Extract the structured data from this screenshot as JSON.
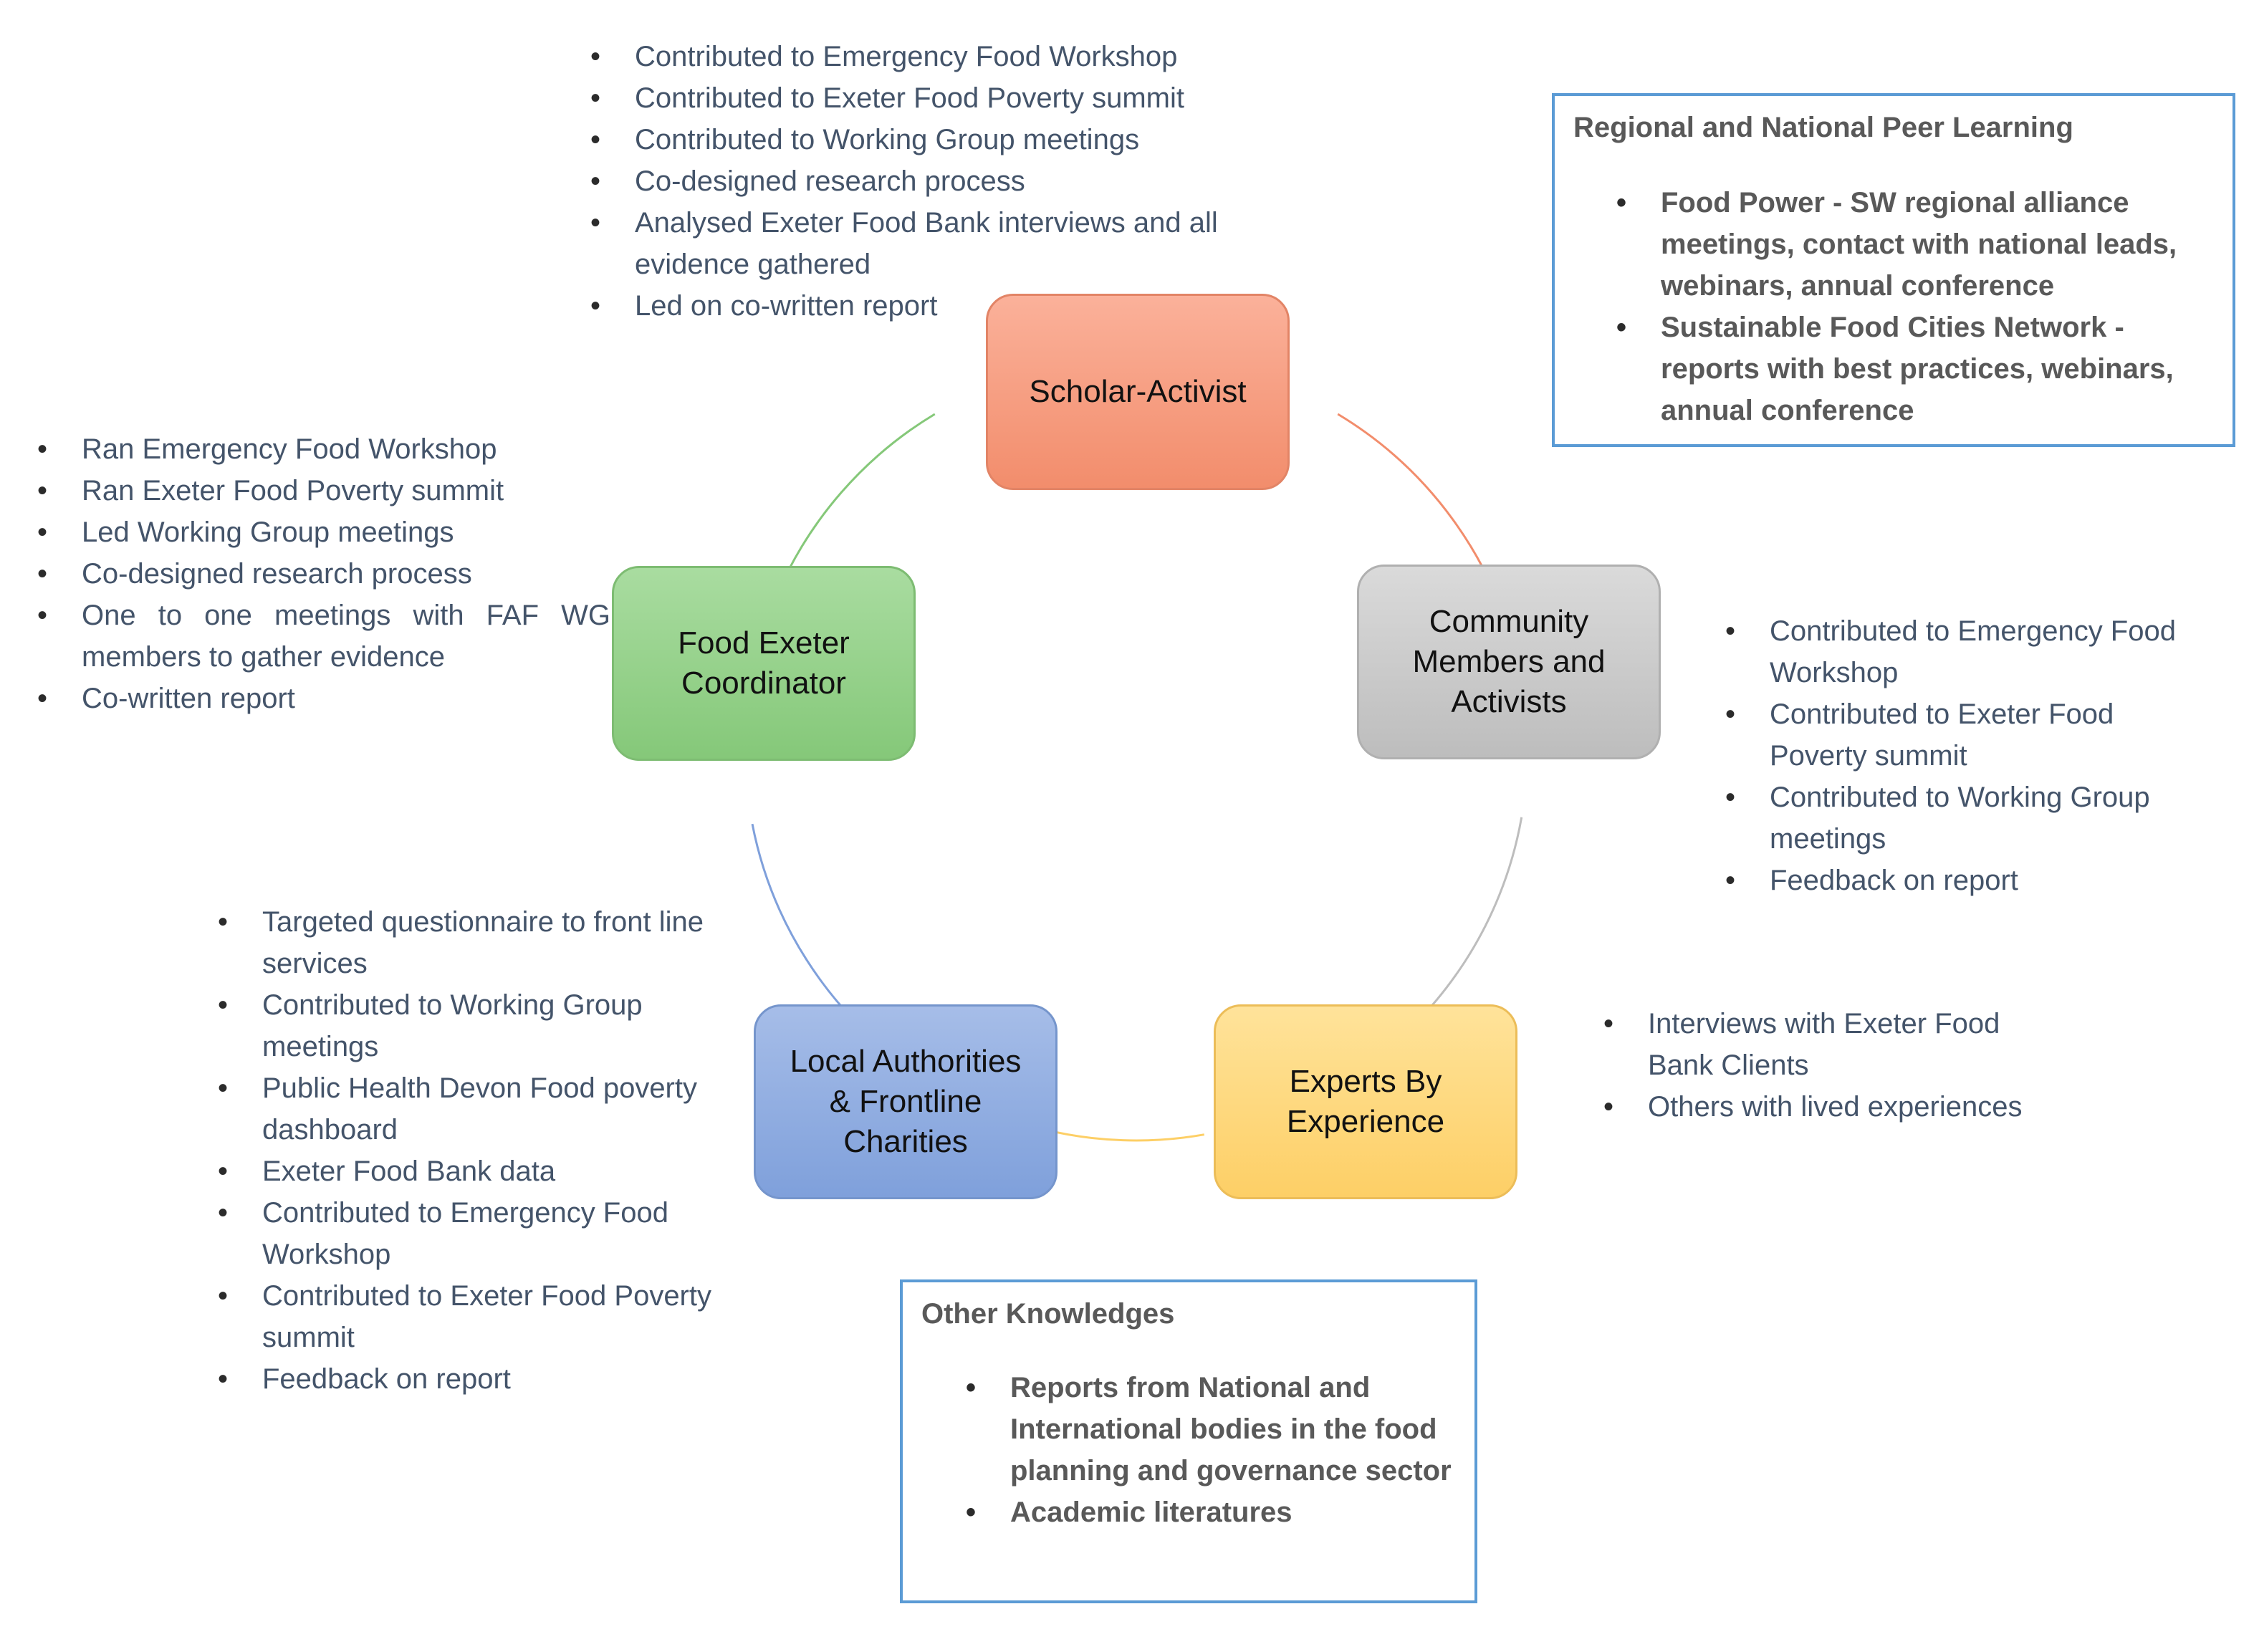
{
  "colors": {
    "scholar_activist": "#f28d6c",
    "food_exeter_coordinator": "#85c879",
    "community_members": "#bdbdbd",
    "local_authorities": "#7fa0db",
    "experts_by_experience": "#fdcf66",
    "box_border": "#5b9bd5",
    "bullet_text": "#44546a",
    "box_text": "#595959"
  },
  "nodes": {
    "scholar_activist": {
      "label": "Scholar-Activist",
      "items": [
        "Contributed to Emergency Food Workshop",
        "Contributed to Exeter Food Poverty summit",
        "Contributed to Working Group meetings",
        "Co-designed research process",
        "Analysed Exeter Food Bank interviews and all evidence gathered",
        "Led on co-written report"
      ]
    },
    "food_exeter_coordinator": {
      "label": "Food Exeter\nCoordinator",
      "items": [
        "Ran Emergency Food Workshop",
        "Ran Exeter Food Poverty summit",
        "Led Working Group meetings",
        "Co-designed research process",
        "One to one meetings with FAF WG members to gather evidence",
        "Co-written report"
      ]
    },
    "community_members": {
      "label": "Community\nMembers and\nActivists",
      "items": [
        "Contributed to Emergency Food Workshop",
        "Contributed to Exeter Food Poverty summit",
        "Contributed to Working Group meetings",
        "Feedback on report"
      ]
    },
    "local_authorities": {
      "label": "Local Authorities\n& Frontline\nCharities",
      "items": [
        "Targeted questionnaire to front line services",
        "Contributed to Working Group meetings",
        "Public Health Devon Food poverty dashboard",
        "Exeter Food Bank data",
        "Contributed to Emergency Food Workshop",
        "Contributed to Exeter Food Poverty summit",
        "Feedback on report"
      ]
    },
    "experts_by_experience": {
      "label": "Experts By\nExperience",
      "items": [
        "Interviews with Exeter Food Bank Clients",
        "Others with lived experiences"
      ]
    }
  },
  "boxes": {
    "regional": {
      "title": "Regional and National Peer Learning",
      "items": [
        "Food Power - SW regional alliance meetings, contact with national leads, webinars, annual conference",
        "Sustainable Food Cities Network - reports with best practices, webinars, annual conference"
      ]
    },
    "other": {
      "title": "Other Knowledges",
      "items": [
        "Reports from National and International bodies in the food planning and governance sector",
        "Academic literatures"
      ]
    }
  }
}
